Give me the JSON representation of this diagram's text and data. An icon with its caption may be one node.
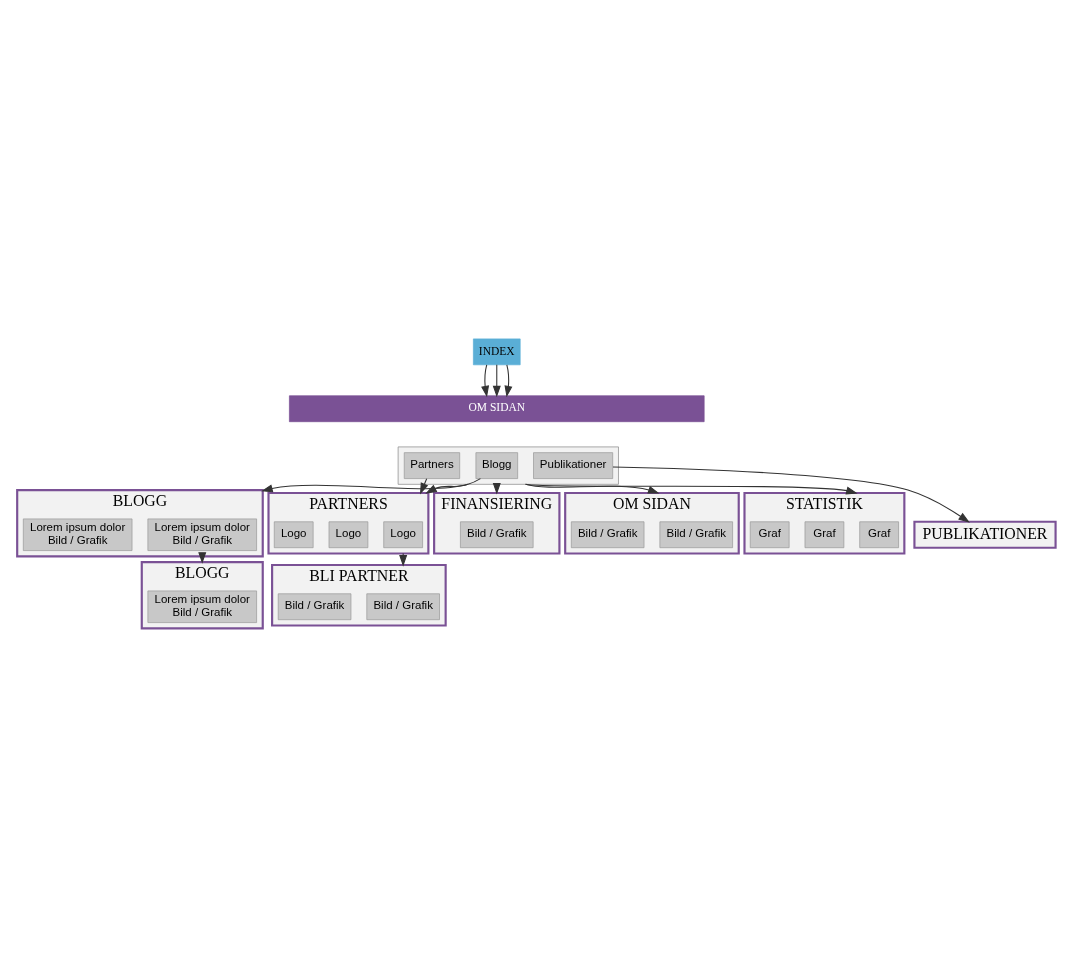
{
  "diagram": {
    "nodes": [
      {
        "text": [
          "INDEX"
        ]
      },
      {
        "text": [
          "OM SIDAN"
        ]
      },
      {
        "text": [],
        "shape": "box"
      },
      {
        "text": [
          "Blogg"
        ],
        "in": 2
      },
      {
        "text": [
          "Partners"
        ],
        "in": 2
      },
      {
        "text": [
          "Publikationer"
        ],
        "in": 2
      },
      {
        "text": [
          "BLOGG"
        ]
      },
      {
        "text": [
          "Lorem ipsum dolor",
          "Bild / Grafik"
        ],
        "in": 6
      },
      {
        "text": [
          "Lorem ipsum dolor",
          "Bild / Grafik"
        ],
        "in": 6
      },
      {
        "text": [
          "PARTNERS"
        ]
      },
      {
        "text": [
          "Logo"
        ],
        "in": 9
      },
      {
        "text": [
          "Logo"
        ],
        "in": 9
      },
      {
        "text": [
          "Logo"
        ],
        "in": 9
      },
      {
        "text": [
          "PUBLIKATIONER"
        ]
      },
      {
        "text": [
          "FINANSIERING"
        ]
      },
      {
        "text": [
          "Bild / Grafik"
        ],
        "in": 14
      },
      {
        "text": [
          "OM SIDAN"
        ]
      },
      {
        "text": [
          "Bild / Grafik"
        ],
        "in": 16
      },
      {
        "text": [
          "Bild / Grafik"
        ],
        "in": 16
      },
      {
        "text": [
          "STATISTIK"
        ]
      },
      {
        "text": [
          "Graf"
        ],
        "in": 19
      },
      {
        "text": [
          "Graf"
        ],
        "in": 19
      },
      {
        "text": [
          "Graf"
        ],
        "in": 19
      },
      {
        "text": [
          "BLOGG"
        ]
      },
      {
        "text": [
          "Lorem ipsum dolor",
          "Bild / Grafik"
        ],
        "in": 23
      },
      {
        "text": [
          "BLI PARTNER"
        ]
      },
      {
        "text": [
          "Bild / Grafik"
        ],
        "in": 25
      },
      {
        "text": [
          "Bild / Grafik"
        ],
        "in": 25
      }
    ],
    "edges": [
      {
        "from": 0,
        "to": 1,
        "arrow": "to"
      },
      {
        "from": 0,
        "to": 1,
        "arrow": "to"
      },
      {
        "from": 0,
        "to": 1,
        "arrow": "to"
      },
      {
        "from": 3,
        "to": 6,
        "arrow": "to"
      },
      {
        "from": 4,
        "to": 9,
        "arrow": "to"
      },
      {
        "from": 2,
        "to": 9,
        "arrow": "to"
      },
      {
        "from": 5,
        "to": 13,
        "arrow": "to"
      },
      {
        "from": 2,
        "to": 14,
        "arrow": "to"
      },
      {
        "from": 2,
        "to": 16,
        "arrow": "to"
      },
      {
        "from": 2,
        "to": 19,
        "arrow": "to"
      },
      {
        "from": 6,
        "to": 23,
        "arrow": "to"
      },
      {
        "from": 9,
        "to": 25,
        "arrow": "to"
      }
    ]
  }
}
